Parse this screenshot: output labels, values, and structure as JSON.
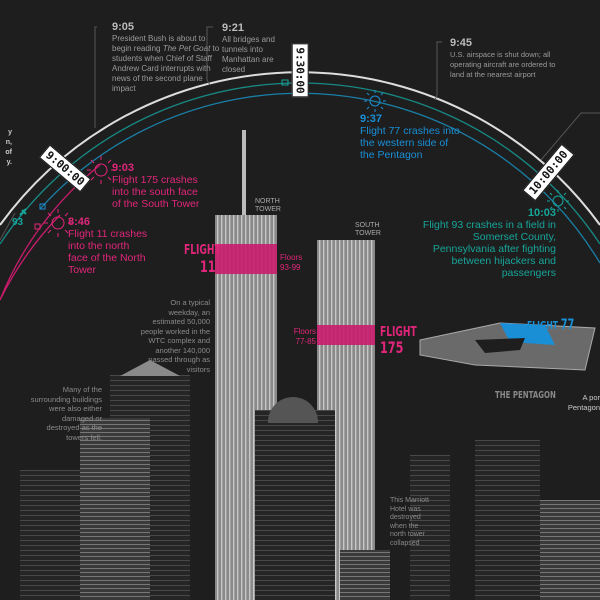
{
  "clocks": [
    "9:00:00",
    "9:30:00",
    "10:00:00"
  ],
  "timeline_notes": [
    {
      "time": "9:05",
      "text_before": "President Bush is about to begin reading ",
      "italic": "The Pet Goat",
      "text_after": " to students when Chief of Staff Andrew Card interrupts with news of the second plane impact"
    },
    {
      "time": "9:21",
      "text": "All bridges and tunnels into Manhattan are closed"
    },
    {
      "time": "9:45",
      "text": "U.S. airspace is shut down; all operating aircraft are ordered to land at the nearest airport"
    }
  ],
  "events": [
    {
      "time": "8:46",
      "text": "Flight 11 crashes into the north face of the North Tower",
      "color": "#e0267a"
    },
    {
      "time": "9:03",
      "text": "Flight 175 crashes into the south face of the South Tower",
      "color": "#e0267a"
    },
    {
      "time": "9:37",
      "text": "Flight 77 crashes into the western side of the Pentagon",
      "color": "#1a8fd6"
    },
    {
      "time": "10:03",
      "text": "Flight 93 crashes in a field in Somerset County, Pennsylvania after fighting between hijackers and passengers",
      "color": "#17a59a"
    }
  ],
  "arc_label_93": "93",
  "left_fragments": [
    "y",
    "n,",
    "of",
    "y."
  ],
  "towers": {
    "north_label": "NORTH TOWER",
    "south_label": "SOUTH TOWER",
    "flight11_word": "FLIGHT",
    "flight11_num": "11",
    "floors_north": "Floors 93-99",
    "flight175_word": "FLIGHT",
    "flight175_num": "175",
    "floors_south": "Floors 77-85"
  },
  "pentagon": {
    "flight_word": "FLIGHT",
    "flight_num": "77",
    "label": "THE PENTAGON",
    "cut_text": "A por Pentagon"
  },
  "notes": {
    "weekday": "On a typical weekday, an estimated 50,000 people worked in the WTC complex and another 140,000 passed through as visitors",
    "surrounding": "Many of the surrounding buildings were also either damaged or destroyed as the towers fell.",
    "marriott": "This Marriott Hotel was destroyed when the north tower collapsed"
  }
}
